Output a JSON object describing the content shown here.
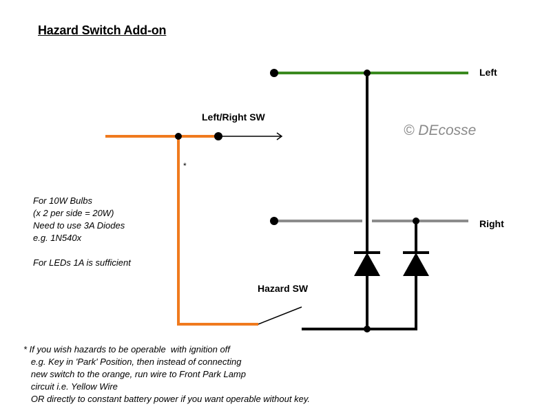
{
  "title": "Hazard Switch Add-on",
  "labels": {
    "left": "Left",
    "right": "Right",
    "lr_switch": "Left/Right SW",
    "hazard_switch": "Hazard SW",
    "asterisk": "*"
  },
  "watermark": "© DEcosse",
  "bulb_note": [
    "For 10W Bulbs",
    "(x 2 per side = 20W)",
    "Need to use 3A Diodes",
    "e.g. 1N540x",
    "",
    "For LEDs 1A is sufficient"
  ],
  "footnote": [
    "* If you wish hazards to be operable  with ignition off",
    "   e.g. Key in 'Park' Position, then instead of connecting",
    "   new switch to the orange, run wire to Front Park Lamp",
    "   circuit i.e. Yellow Wire",
    "   OR directly to constant battery power if you want operable without key."
  ],
  "colors": {
    "left_wire": "#3a8a1f",
    "right_wire": "#8c8c8c",
    "supply_wire": "#f07a1e",
    "common_wire": "#000000"
  }
}
